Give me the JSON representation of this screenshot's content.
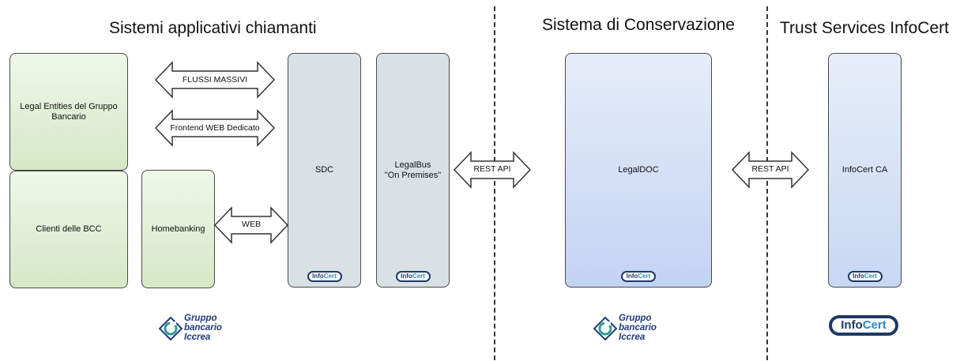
{
  "titles": {
    "calling_systems": "Sistemi applicativi chiamanti",
    "conservation_system": "Sistema di Conservazione",
    "trust_services": "Trust Services InfoCert"
  },
  "boxes": {
    "legal_entities": "Legal Entities del Gruppo\nBancario",
    "clienti_bcc": "Clienti delle BCC",
    "homebanking": "Homebanking",
    "sdc": "SDC",
    "legalbus": "LegalBus\n\"On Premises\"",
    "legaldoc": "LegalDOC",
    "infocert_ca": "InfoCert CA"
  },
  "arrows": {
    "flussi_massivi": "FLUSSI MASSIVI",
    "frontend_web": "Frontend WEB Dedicato",
    "web": "WEB",
    "rest_api_left": "REST API",
    "rest_api_right": "REST API"
  },
  "badge": {
    "part1": "Info",
    "part2": "Cert"
  },
  "logos": {
    "gruppo_bancario_iccrea": "Gruppo\nbancario\nIccrea",
    "infocert": {
      "part1": "Info",
      "part2": "Cert"
    }
  },
  "colors": {
    "green_box": "#d6e8c6",
    "grey_box": "#d9e1e5",
    "blue_box": "#c2d3f3",
    "infocert_navy": "#1f3864",
    "infocert_blue": "#2f86c6"
  }
}
